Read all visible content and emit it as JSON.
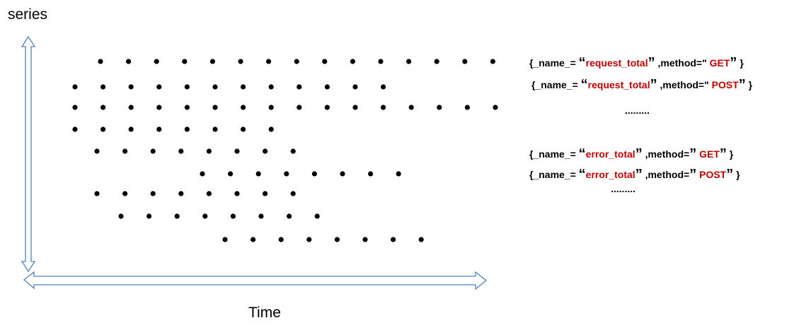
{
  "axes": {
    "y_label": "series",
    "x_label": "Time"
  },
  "colors": {
    "axis_stroke": "#4f81bd",
    "point": "#000000",
    "highlight": "#c00000"
  },
  "series_rows": [
    {
      "points": 15
    },
    {
      "points": 12
    },
    {
      "points": 16
    },
    {
      "points": 8
    },
    {
      "points": 8
    },
    {
      "points": 8
    },
    {
      "points": 8
    },
    {
      "points": 8
    },
    {
      "points": 8
    }
  ],
  "series_labels": [
    {
      "open": "{_name_=",
      "q1": "“",
      "metric": "request_total",
      "q2": "”",
      "mid": ",method=\"",
      "method": "GET",
      "q3": "”",
      "close": "}"
    },
    {
      "open": "{_name_=",
      "q1": "“",
      "metric": "request_total",
      "q2": "”",
      "mid": ",method=\"",
      "method": "POST",
      "q3": "”",
      "close": "}"
    },
    {
      "open": "{_name_=",
      "q1": "“",
      "metric": "error_total",
      "q2": "”",
      "mid": ",method=",
      "method": "GET",
      "q3": "”",
      "close": "}",
      "mq": "”"
    },
    {
      "open": "{_name_=",
      "q1": "“",
      "metric": "error_total",
      "q2": "”",
      "mid": ",method=",
      "method": "POST",
      "q3": "”",
      "close": "}",
      "mq": "”"
    }
  ],
  "ellipses": [
    ".........",
    "........."
  ]
}
